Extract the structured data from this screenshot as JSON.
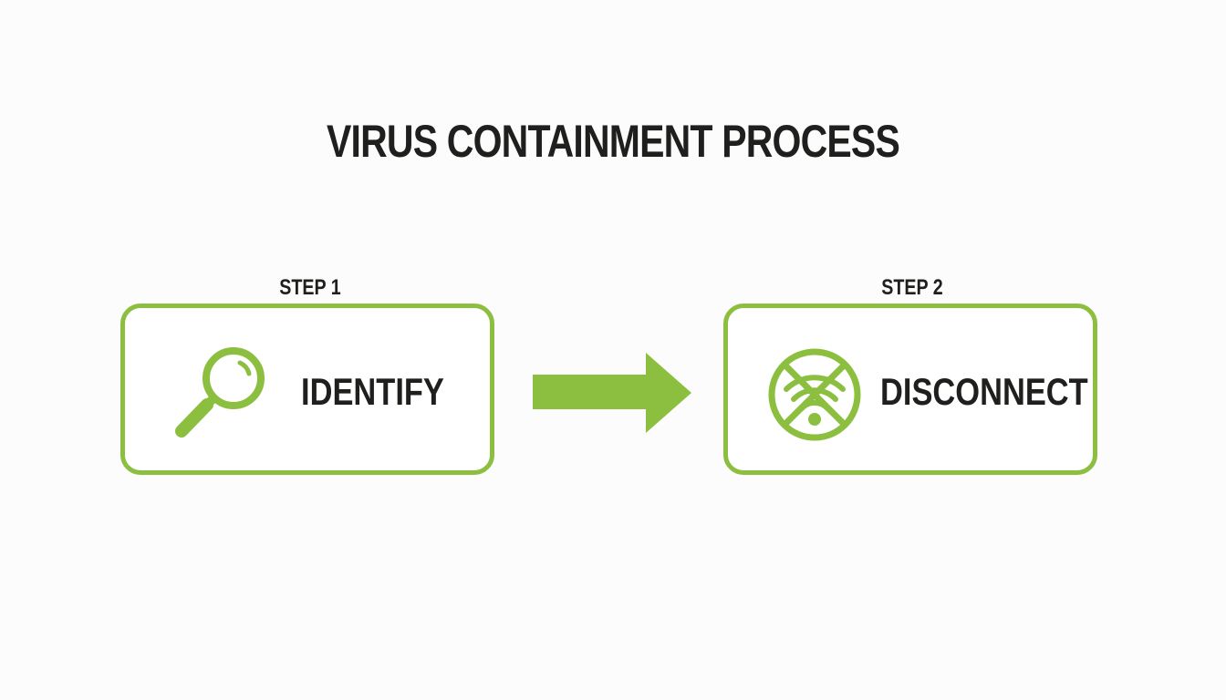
{
  "title": "VIRUS CONTAINMENT PROCESS",
  "steps": [
    {
      "label": "STEP 1",
      "text": "IDENTIFY",
      "icon": "magnifying-glass-icon"
    },
    {
      "label": "STEP 2",
      "text": "DISCONNECT",
      "icon": "wifi-off-icon"
    }
  ],
  "colors": {
    "accent": "#8cbf3f",
    "text": "#1f1f1d",
    "background": "#fbfcfb"
  }
}
